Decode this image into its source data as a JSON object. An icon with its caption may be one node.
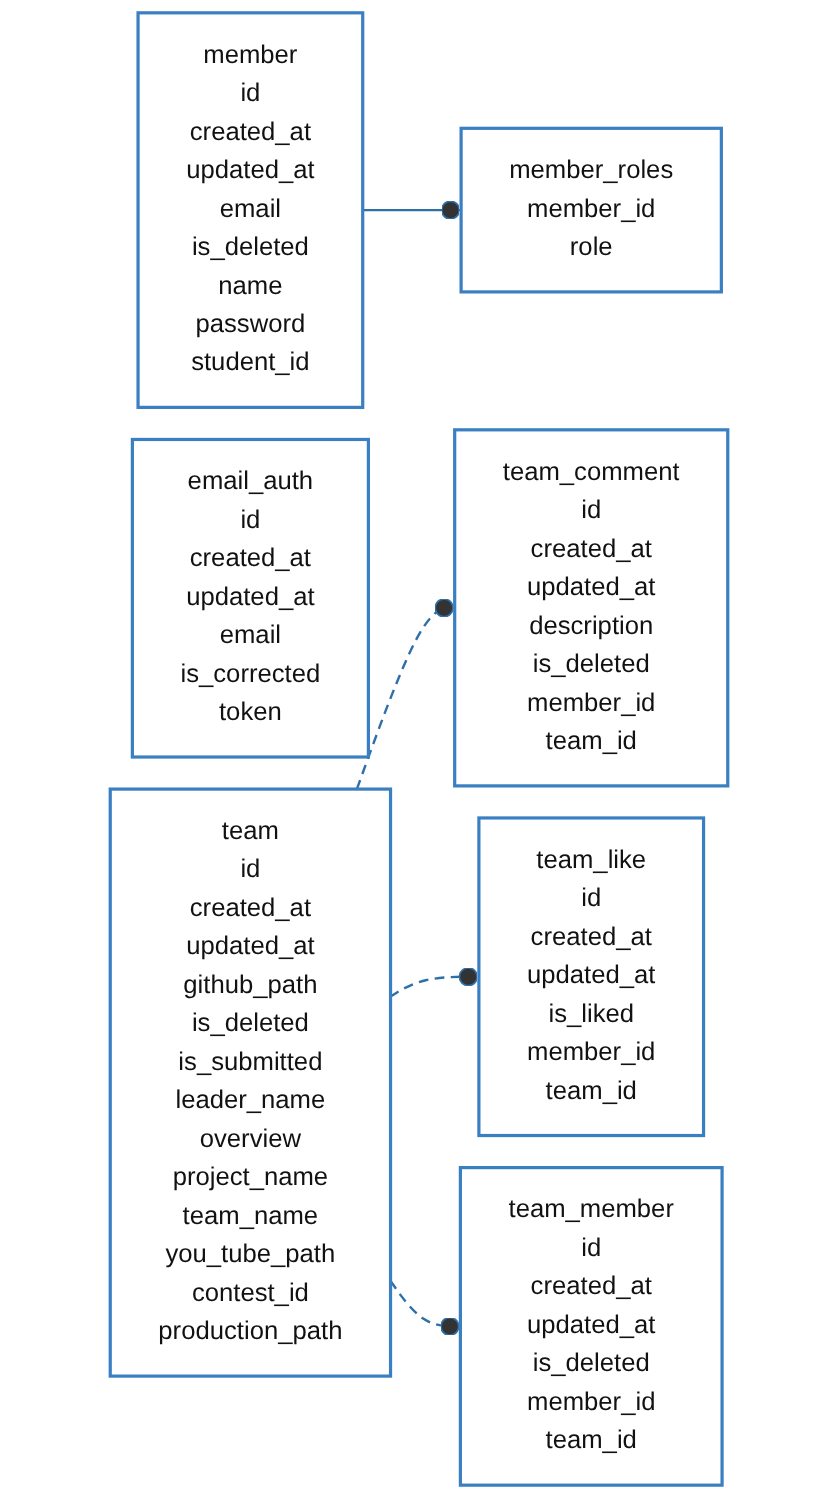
{
  "diagram": {
    "nodes": [
      {
        "text": [
          "member",
          "id",
          "created_at",
          "updated_at",
          "email",
          "is_deleted",
          "name",
          "password",
          "student_id"
        ]
      },
      {
        "text": [
          "member_roles",
          "member_id",
          "role"
        ]
      },
      {
        "text": [
          "email_auth",
          "id",
          "created_at",
          "updated_at",
          "email",
          "is_corrected",
          "token"
        ]
      },
      {
        "text": [
          "team_comment",
          "id",
          "created_at",
          "updated_at",
          "description",
          "is_deleted",
          "member_id",
          "team_id"
        ]
      },
      {
        "text": [
          "team",
          "id",
          "created_at",
          "updated_at",
          "github_path",
          "is_deleted",
          "is_submitted",
          "leader_name",
          "overview",
          "project_name",
          "team_name",
          "you_tube_path",
          "contest_id",
          "production_path"
        ]
      },
      {
        "text": [
          "team_like",
          "id",
          "created_at",
          "updated_at",
          "is_liked",
          "member_id",
          "team_id"
        ]
      },
      {
        "text": [
          "team_member",
          "id",
          "created_at",
          "updated_at",
          "is_deleted",
          "member_id",
          "team_id"
        ]
      }
    ],
    "edges": [
      {
        "from": 0,
        "to": 1,
        "arrow": "other"
      },
      {
        "from": 4,
        "to": 3,
        "arrow": "other",
        "style": "dashed"
      },
      {
        "from": 4,
        "to": 5,
        "arrow": "other",
        "style": "dashed"
      },
      {
        "from": 4,
        "to": 6,
        "arrow": "other",
        "style": "dashed"
      }
    ]
  }
}
